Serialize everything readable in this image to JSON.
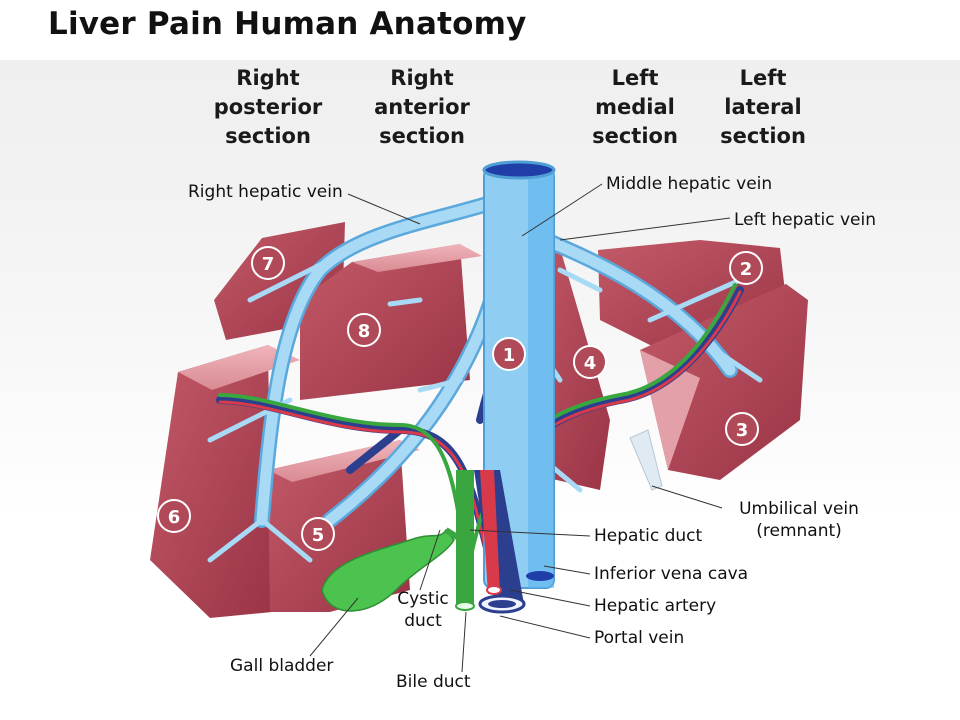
{
  "title": "Liver Pain Human Anatomy",
  "sections": [
    {
      "lines": [
        "Right",
        "posterior",
        "section"
      ]
    },
    {
      "lines": [
        "Right",
        "anterior",
        "section"
      ]
    },
    {
      "lines": [
        "Left",
        "medial",
        "section"
      ]
    },
    {
      "lines": [
        "Left",
        "lateral",
        "section"
      ]
    }
  ],
  "labels": {
    "right_hepatic_vein": "Right hepatic vein",
    "middle_hepatic_vein": "Middle hepatic vein",
    "left_hepatic_vein": "Left hepatic vein",
    "umbilical_vein_1": "Umbilical vein",
    "umbilical_vein_2": "(remnant)",
    "hepatic_duct": "Hepatic duct",
    "inferior_vena_cava": "Inferior vena cava",
    "hepatic_artery": "Hepatic artery",
    "portal_vein": "Portal vein",
    "cystic_duct_1": "Cystic",
    "cystic_duct_2": "duct",
    "gall_bladder": "Gall bladder",
    "bile_duct": "Bile duct"
  },
  "segments": [
    "7",
    "8",
    "1",
    "4",
    "2",
    "3",
    "6",
    "5"
  ],
  "colors": {
    "liver": "#a8404f",
    "liver_light": "#d98b93",
    "liver_dark": "#7a2434",
    "vein_blue": "#9fd3f2",
    "vein_outline": "#5ba8dd",
    "portal_blue": "#2c3f8f",
    "artery_red": "#d93a4a",
    "duct_green": "#3aa640",
    "gall_green": "#4cc24f"
  }
}
